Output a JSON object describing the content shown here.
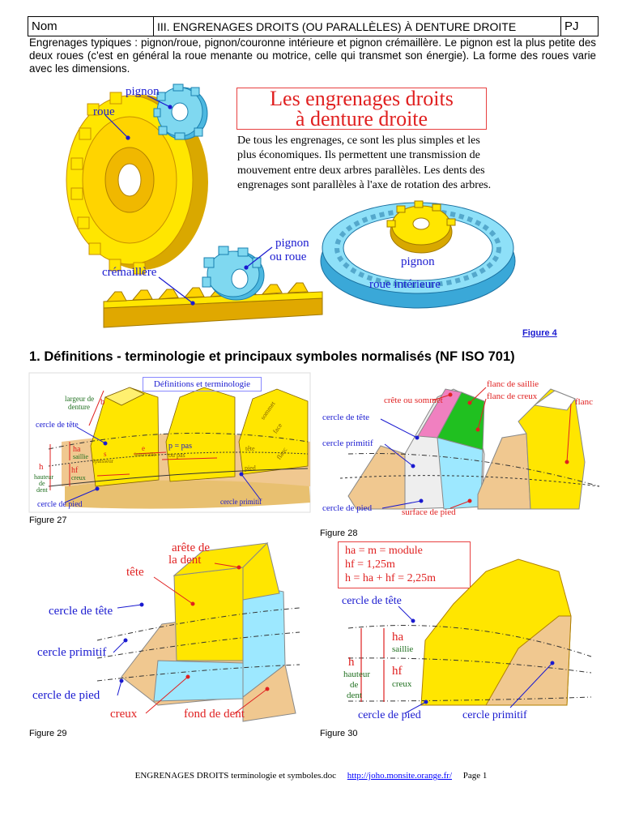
{
  "header": {
    "nom": "Nom",
    "title": "III. ENGRENAGES DROITS (OU PARALLÈLES) À DENTURE DROITE",
    "pj": "PJ"
  },
  "intro": "Engrenages typiques : pignon/roue, pignon/couronne intérieure et pignon crémaillère. Le pignon est la plus petite des deux roues (c'est en général la roue menante ou motrice, celle qui transmet son énergie). La forme des roues varie avec les dimensions.",
  "figure4": {
    "title_line1": "Les engrenages droits",
    "title_line2": "à denture droite",
    "description": "De tous les engrenages, ce sont les plus simples et les plus économiques. Ils permettent une transmission de mouvement entre deux arbres parallèles. Les dents des engrenages sont parallèles à l'axe de rotation des arbres.",
    "labels": {
      "pignon": "pignon",
      "roue": "roue",
      "cremaillere": "crémaillère",
      "pignon_ou_roue_1": "pignon",
      "pignon_ou_roue_2": "ou roue",
      "pignon_int": "pignon",
      "roue_interieure": "roue intérieure"
    },
    "caption": "Figure 4"
  },
  "section1": {
    "heading": "1.  Définitions - terminologie et principaux symboles normalisés (NF ISO 701)"
  },
  "figure27": {
    "caption": "Figure 27",
    "box_title": "Définitions et terminologie",
    "labels": {
      "largeur_1": "largeur de",
      "largeur_2": "denture",
      "b": "b",
      "cercle_tete": "cercle de tête",
      "ha": "ha",
      "saillie": "saillie",
      "h": "h",
      "hauteur_1": "hauteur",
      "hauteur_2": "de",
      "hauteur_3": "dent",
      "hf": "hf",
      "creux": "creux",
      "s": "s",
      "epaisseur": "épaisseur",
      "e": "e",
      "intervalle": "intervalle",
      "p_pas": "p = pas",
      "ou_pas": "ou pas",
      "sommet": "sommet",
      "face": "face",
      "tete": "tête",
      "flanc": "flanc",
      "pied": "pied",
      "cercle_pied": "cercle de pied",
      "cercle_primitif": "cercle primitif"
    }
  },
  "figure28": {
    "caption": "Figure 28",
    "labels": {
      "crete": "crête ou sommet",
      "flanc_saillie": "flanc de saillie",
      "flanc_creux": "flanc de creux",
      "flanc": "flanc",
      "cercle_tete": "cercle de tête",
      "cercle_primitif": "cercle primitif",
      "cercle_pied": "cercle de pied",
      "surface_pied": "surface de pied"
    }
  },
  "figure29": {
    "caption": "Figure 29",
    "labels": {
      "arete_1": "arête de",
      "arete_2": "la dent",
      "tete": "tête",
      "cercle_tete": "cercle de tête",
      "cercle_primitif": "cercle primitif",
      "cercle_pied": "cercle de pied",
      "creux": "creux",
      "fond_dent": "fond de dent"
    }
  },
  "figure30": {
    "caption": "Figure 30",
    "formula1": "ha = m = module",
    "formula2": "hf = 1,25m",
    "formula3": "h = ha + hf = 2,25m",
    "labels": {
      "cercle_tete": "cercle de tête",
      "ha": "ha",
      "saillie": "saillie",
      "h": "h",
      "hauteur_1": "hauteur",
      "hauteur_2": "de",
      "hauteur_3": "dent",
      "hf": "hf",
      "creux": "creux",
      "cercle_pied": "cercle de pied",
      "cercle_primitif": "cercle primitif"
    }
  },
  "footer": {
    "doc": "ENGRENAGES DROITS terminologie et symboles.doc",
    "url": "http://joho.monsite.orange.fr/",
    "page": "Page 1"
  },
  "colors": {
    "gear_yellow": "#ffe600",
    "gear_orange": "#f0c040",
    "gear_cyan": "#7fd8f0",
    "label_red": "#e02020",
    "label_blue": "#1a1ad0",
    "tooth_pink": "#f080c0",
    "tooth_green": "#20c020",
    "tan": "#f0c890"
  }
}
